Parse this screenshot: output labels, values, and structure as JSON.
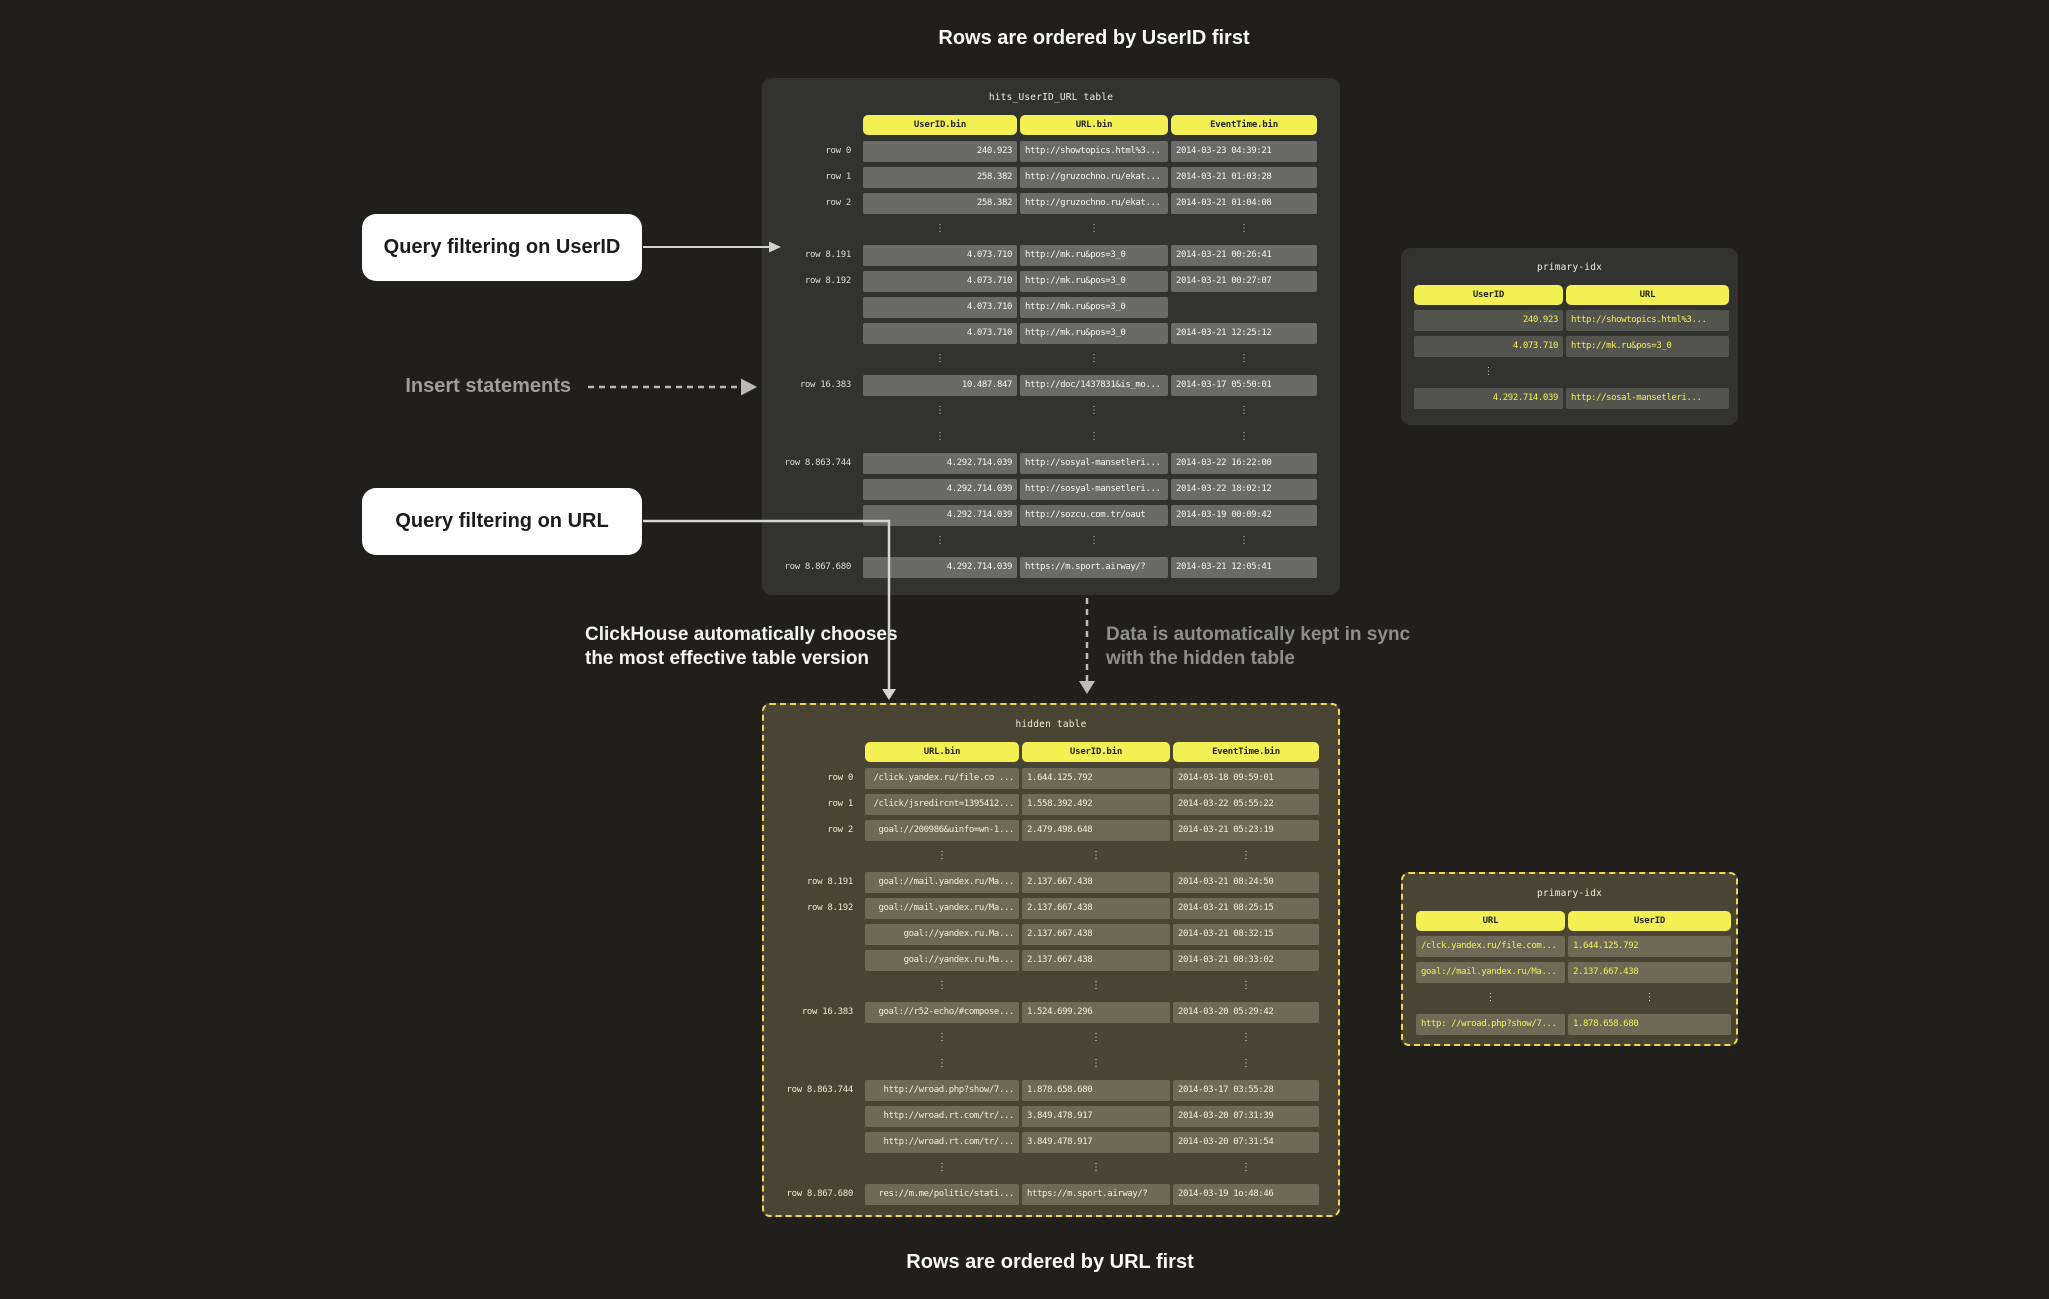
{
  "page": {
    "top_caption": "Rows are ordered by UserID first",
    "bottom_caption": "Rows are ordered by URL first"
  },
  "glyphs": {
    "ellipsis": "⋮"
  },
  "colors": {
    "background": "#201f1b",
    "panel_dark": "#32322f",
    "panel_olive": "#4a4434",
    "accent_yellow": "#f3f054",
    "dashed_border_yellow": "#efd94e",
    "cell_gray": "#6a6a68",
    "cell_olive": "#6f6956",
    "annotation_white": "#ffffff",
    "annotation_gray": "#9e9e9c"
  },
  "annotations": {
    "query_userid": "Query filtering on UserID",
    "query_url": "Query filtering on URL",
    "insert": "Insert statements",
    "choose_line1": "ClickHouse automatically chooses",
    "choose_line2": "the most effective table version",
    "sync_line1": "Data is automatically kept in sync",
    "sync_line2": "with the hidden table"
  },
  "main_table": {
    "title": "hits_UserID_URL table",
    "columns": [
      "UserID.bin",
      "URL.bin",
      "EventTime.bin"
    ],
    "rows": [
      {
        "label": "row 0",
        "cells": [
          "240.923",
          "http://showtopics.html%3...",
          "2014-03-23 04:39:21"
        ]
      },
      {
        "label": "row 1",
        "cells": [
          "258.382",
          "http://gruzochno.ru/ekat...",
          "2014-03-21 01:03:28"
        ]
      },
      {
        "label": "row 2",
        "cells": [
          "258.382",
          "http://gruzochno.ru/ekat...",
          "2014-03-21 01:04:08"
        ]
      },
      {
        "dots": true
      },
      {
        "label": "row 8.191",
        "cells": [
          "4.073.710",
          "http://mk.ru&pos=3_0",
          "2014-03-21 00:26:41"
        ]
      },
      {
        "label": "row 8.192",
        "cells": [
          "4.073.710",
          "http://mk.ru&pos=3_0",
          "2014-03-21 00:27:07"
        ]
      },
      {
        "label": "",
        "cells": [
          "4.073.710",
          "http://mk.ru&pos=3_0",
          null
        ]
      },
      {
        "label": "",
        "cells": [
          "4.073.710",
          "http://mk.ru&pos=3_0",
          "2014-03-21 12:25:12"
        ]
      },
      {
        "dots": true
      },
      {
        "label": "row 16.383",
        "cells": [
          "10.487.847",
          "http://doc/1437831&is_mo...",
          "2014-03-17 05:50:01"
        ]
      },
      {
        "dots": true
      },
      {
        "dots": true
      },
      {
        "label": "row 8.863.744",
        "cells": [
          "4.292.714.039",
          "http://sosyal-mansetleri...",
          "2014-03-22 16:22:00"
        ]
      },
      {
        "label": "",
        "cells": [
          "4.292.714.039",
          "http://sosyal-mansetleri...",
          "2014-03-22 18:02:12"
        ]
      },
      {
        "label": "",
        "cells": [
          "4.292.714.039",
          "http://sozcu.com.tr/oaut",
          "2014-03-19 00:09:42"
        ]
      },
      {
        "dots": true
      },
      {
        "label": "row 8.867.680",
        "cells": [
          "4.292.714.039",
          "https://m.sport.airway/?",
          "2014-03-21 12:05:41"
        ]
      }
    ]
  },
  "main_index": {
    "title": "primary-idx",
    "columns": [
      "UserID",
      "URL"
    ],
    "rows": [
      {
        "cells": [
          "240.923",
          "http://showtopics.html%3..."
        ]
      },
      {
        "cells": [
          "4.073.710",
          "http://mk.ru&pos=3_0"
        ]
      },
      {
        "dots": true,
        "cols": [
          1,
          0
        ]
      },
      {
        "cells": [
          "4.292.714.039",
          "http://sosal-mansetleri..."
        ]
      }
    ]
  },
  "hidden_table": {
    "title": "hidden table",
    "columns": [
      "URL.bin",
      "UserID.bin",
      "EventTime.bin"
    ],
    "rows": [
      {
        "label": "row 0",
        "cells": [
          "/click.yandex.ru/file.co ...",
          "1.644.125.792",
          "2014-03-18 09:59:01"
        ]
      },
      {
        "label": "row 1",
        "cells": [
          "/click/jsredircnt=1395412...",
          "1.558.392.492",
          "2014-03-22 05:55:22"
        ]
      },
      {
        "label": "row 2",
        "cells": [
          "goal://200986&uinfo=wn-1...",
          "2.479.498.648",
          "2014-03-21 05:23:19"
        ]
      },
      {
        "dots": true
      },
      {
        "label": "row 8.191",
        "cells": [
          "goal://mail.yandex.ru/Ma...",
          "2.137.667.438",
          "2014-03-21 08:24:50"
        ]
      },
      {
        "label": "row 8.192",
        "cells": [
          "goal://mail.yandex.ru/Ma...",
          "2.137.667.438",
          "2014-03-21 08:25:15"
        ]
      },
      {
        "label": "",
        "cells": [
          "goal://yandex.ru.Ma...",
          "2.137.667.438",
          "2014-03-21 08:32:15"
        ]
      },
      {
        "label": "",
        "cells": [
          "goal://yandex.ru.Ma...",
          "2.137.667.438",
          "2014-03-21 08:33:02"
        ]
      },
      {
        "dots": true
      },
      {
        "label": "row 16.383",
        "cells": [
          "goal://r52-echo/#compose...",
          "1.524.699.296",
          "2014-03-20 05:29:42"
        ]
      },
      {
        "dots": true
      },
      {
        "dots": true
      },
      {
        "label": "row 8.863.744",
        "cells": [
          "http://wroad.php?show/7...",
          "1.878.658.680",
          "2014-03-17 03:55:28"
        ]
      },
      {
        "label": "",
        "cells": [
          "http://wroad.rt.com/tr/...",
          "3.849.478.917",
          "2014-03-20 07:31:39"
        ]
      },
      {
        "label": "",
        "cells": [
          "http://wroad.rt.com/tr/...",
          "3.849.478.917",
          "2014-03-20 07:31:54"
        ]
      },
      {
        "dots": true
      },
      {
        "label": "row 8.867.680",
        "cells": [
          "res://m.me/politic/stati...",
          "https://m.sport.airway/?",
          "2014-03-19 1o:48:46"
        ]
      }
    ]
  },
  "hidden_index": {
    "title": "primary-idx",
    "columns": [
      "URL",
      "UserID"
    ],
    "rows": [
      {
        "cells": [
          "/clck.yandex.ru/file.com...",
          "1.644.125.792"
        ]
      },
      {
        "cells": [
          "goal://mail.yandex.ru/Ma...",
          "2.137.667.438"
        ]
      },
      {
        "dots": true,
        "cols": [
          1,
          1
        ]
      },
      {
        "cells": [
          "http: //wroad.php?show/7...",
          "1.878.658.680"
        ]
      }
    ]
  }
}
